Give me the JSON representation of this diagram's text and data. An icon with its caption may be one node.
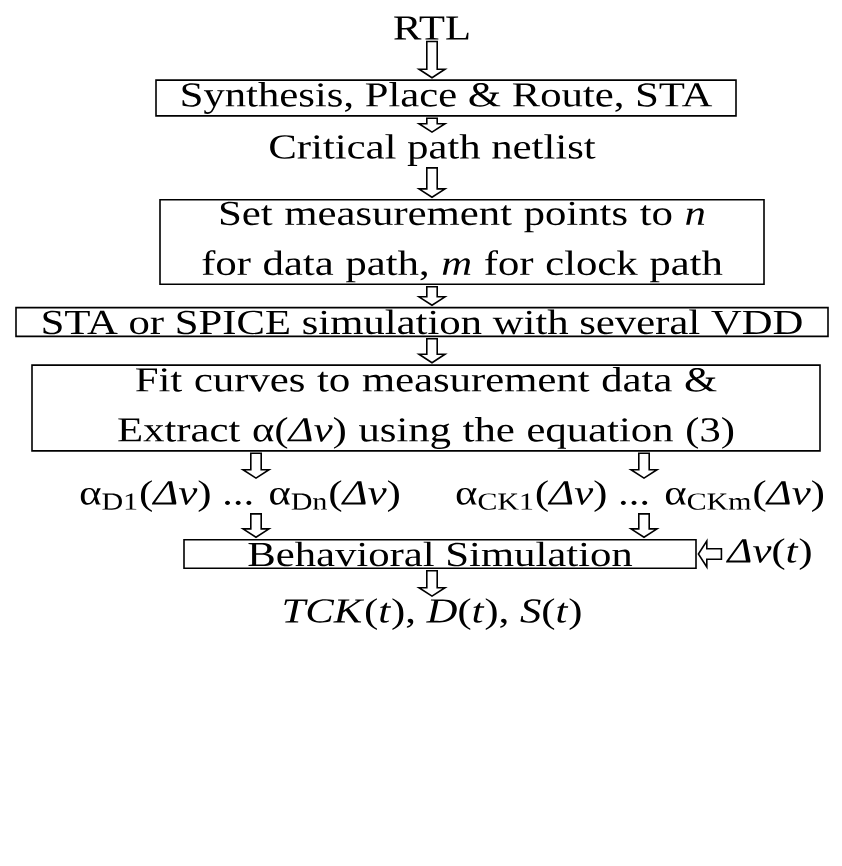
{
  "diagram": {
    "nodes": [
      {
        "text": [
          "RTL"
        ]
      },
      {
        "text": [
          "Synthesis, Place & Route, STA"
        ]
      },
      {
        "text": [
          "Critical path netlist"
        ]
      },
      {
        "text": [
          "Set measurement points to *n* for data path, *m* for clock path"
        ]
      },
      {
        "text": [
          "STA or SPICE simulation with several VDD"
        ]
      },
      {
        "text": [
          "Fit curves to measurement data & Extract α(*Δv*) using the equation (3)"
        ]
      },
      {
        "text": [
          "α$_{D1}$(*Δv*) ... α$_{Dn}$(*Δv*)"
        ]
      },
      {
        "text": [
          "α$_{CK1}$(*Δv*) ... α$_{CKm}$(*Δv*)"
        ]
      },
      {
        "text": [
          "Behavioral Simulation"
        ]
      },
      {
        "text": [
          "*Δv*(*t*)"
        ]
      },
      {
        "text": [
          "*TCK*(*t*), *D*(*t*), *S*(*t*)"
        ]
      }
    ],
    "edges": [
      {
        "from": 0,
        "to": 1,
        "arrow": "to"
      },
      {
        "from": 1,
        "to": 2,
        "arrow": "to"
      },
      {
        "from": 2,
        "to": 3,
        "arrow": "to"
      },
      {
        "from": 3,
        "to": 4,
        "arrow": "to"
      },
      {
        "from": 4,
        "to": 5,
        "arrow": "to"
      },
      {
        "from": 5,
        "to": 6,
        "arrow": "to"
      },
      {
        "from": 5,
        "to": 7,
        "arrow": "to"
      },
      {
        "from": 6,
        "to": 8,
        "arrow": "to"
      },
      {
        "from": 7,
        "to": 8,
        "arrow": "to"
      },
      {
        "from": 9,
        "to": 8,
        "arrow": "to"
      },
      {
        "from": 8,
        "to": 10,
        "arrow": "to"
      }
    ]
  }
}
